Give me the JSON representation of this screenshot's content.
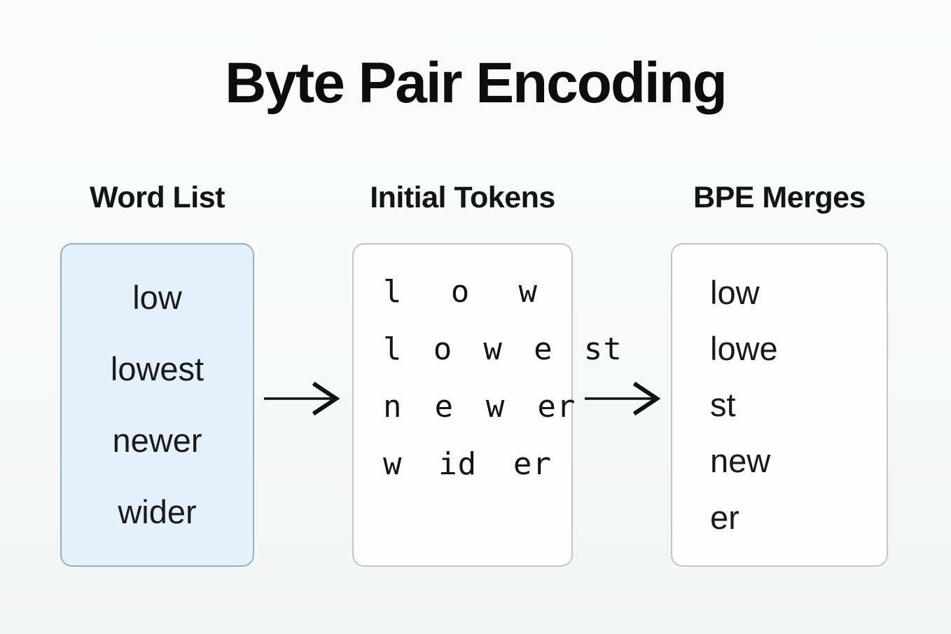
{
  "title": "Byte Pair Encoding",
  "word_list": {
    "header": "Word List",
    "words": [
      "low",
      "lowest",
      "newer",
      "wider"
    ]
  },
  "initial_tokens": {
    "header": "Initial Tokens",
    "rows": [
      "l o w",
      "l o w e st",
      "n e w er",
      "w id er"
    ]
  },
  "bpe_merges": {
    "header": "BPE Merges",
    "tokens": [
      "low",
      "lowe",
      "st",
      "new",
      "er"
    ]
  },
  "colors": {
    "background": "#f8f8f8",
    "word_list_fill": "#e4f1fb",
    "word_list_border": "#8fb1c9",
    "card_fill": "#fefefe",
    "card_border": "#c4c4c4",
    "text": "#141414",
    "arrow": "#111111"
  }
}
